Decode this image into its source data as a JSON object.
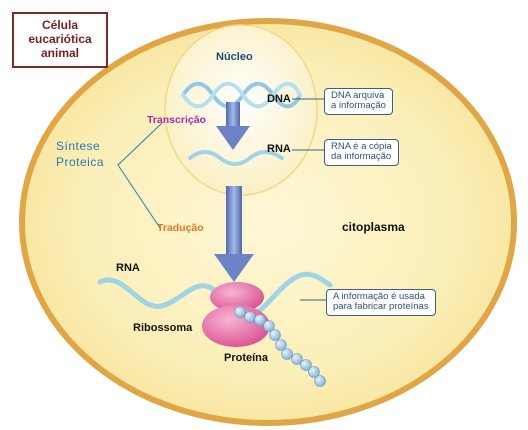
{
  "title": {
    "line1": "Célula",
    "line2": "eucariótica",
    "line3": "animal"
  },
  "labels": {
    "nucleus": "Núcleo",
    "dna": "DNA",
    "rna_nucleus": "RNA",
    "transcription": "Transcrição",
    "synthesis_line1": "Síntese",
    "synthesis_line2": "Proteica",
    "translation": "Tradução",
    "cytoplasm": "citoplasma",
    "rna_cytoplasm": "RNA",
    "ribosome": "Ribossoma",
    "protein": "Proteína"
  },
  "notes": {
    "dna_line1": "DNA arquiva",
    "dna_line2": "a informação",
    "rna_line1": "RNA é a cópia",
    "rna_line2": "da informação",
    "protein_line1": "A informação é usada",
    "protein_line2": "para fabricar proteínas"
  },
  "colors": {
    "cell_border": "#e2a94a",
    "cell_fill": "#fbeeb4",
    "nucleus_fill": "#fdf6d2",
    "arrow": "#6f85c9",
    "strand": "#9fd3e6",
    "ribosome": "#e46aa4",
    "protein_beads": "#9fc5e3",
    "transcription_text": "#b12aa8",
    "translation_text": "#e07a1f",
    "synthesis_text": "#2b78b8"
  }
}
